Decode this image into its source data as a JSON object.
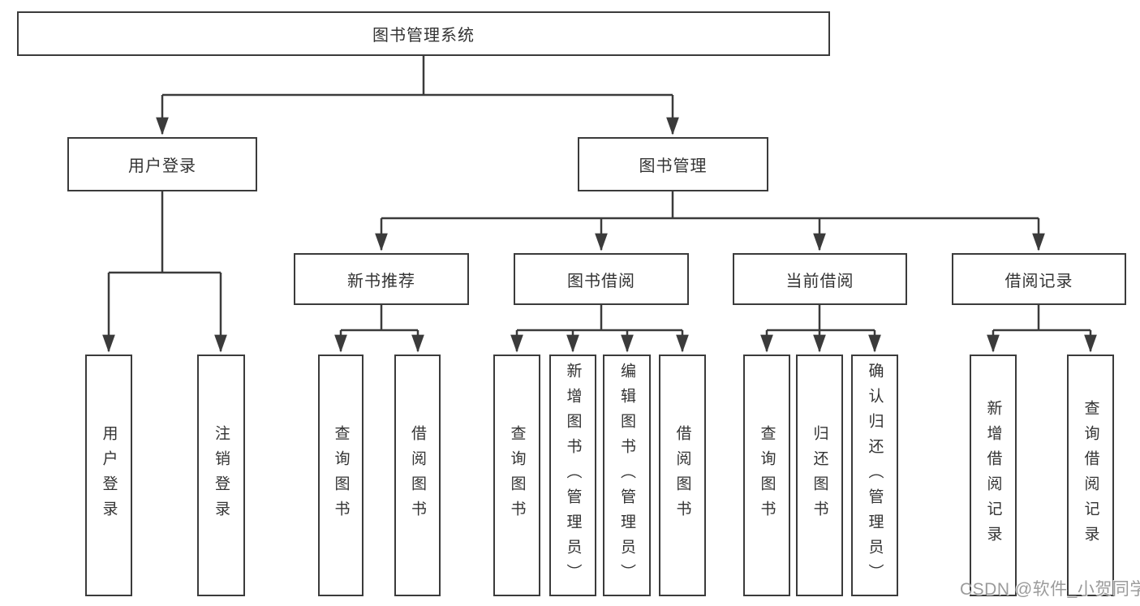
{
  "diagram": {
    "root": {
      "label": "图书管理系统"
    },
    "branches": [
      {
        "label": "用户登录",
        "children": [
          {
            "label": "用户登录"
          },
          {
            "label": "注销登录"
          }
        ]
      },
      {
        "label": "图书管理",
        "children": [
          {
            "label": "新书推荐",
            "children": [
              {
                "label": "查询图书"
              },
              {
                "label": "借阅图书"
              }
            ]
          },
          {
            "label": "图书借阅",
            "children": [
              {
                "label": "查询图书"
              },
              {
                "label": "新增图书（管理员）"
              },
              {
                "label": "编辑图书（管理员）"
              },
              {
                "label": "借阅图书"
              }
            ]
          },
          {
            "label": "当前借阅",
            "children": [
              {
                "label": "查询图书"
              },
              {
                "label": "归还图书"
              },
              {
                "label": "确认归还（管理员）"
              }
            ]
          },
          {
            "label": "借阅记录",
            "children": [
              {
                "label": "新增借阅记录"
              },
              {
                "label": "查询借阅记录"
              }
            ]
          }
        ]
      }
    ]
  },
  "watermark": "CSDN @软件_小贺同学",
  "colors": {
    "line": "#3b3b3b",
    "text": "#333333",
    "watermark": "#9b9b9b",
    "background": "#ffffff"
  }
}
